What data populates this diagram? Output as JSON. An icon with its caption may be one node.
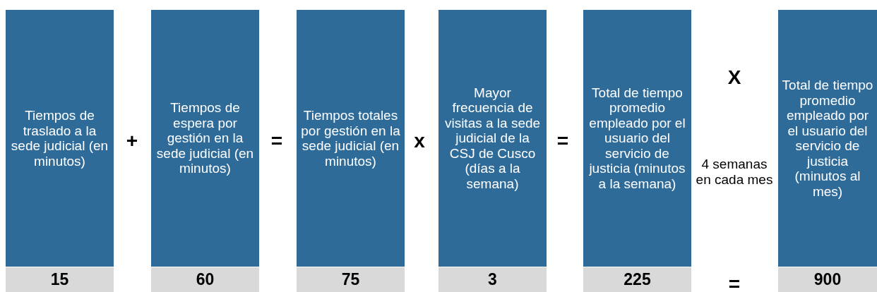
{
  "diagram": {
    "nodes": [
      {
        "text": [
          "Tiempos de traslado a la sede judicial (en minutos)"
        ]
      },
      {
        "text": [
          "15"
        ]
      },
      {
        "text": [
          "Tiempos de espera por gestión en la sede judicial (en minutos)"
        ]
      },
      {
        "text": [
          "60"
        ]
      },
      {
        "text": [
          "Tiempos totales por gestión en la sede judicial (en minutos)"
        ]
      },
      {
        "text": [
          "75"
        ]
      },
      {
        "text": [
          "Mayor frecuencia de visitas a la sede judicial de la CSJ de Cusco (días a la semana)"
        ]
      },
      {
        "text": [
          "3"
        ]
      },
      {
        "text": [
          "Total de tiempo promedio empleado por el usuario del servicio de justicia (minutos a la semana)"
        ]
      },
      {
        "text": [
          "225"
        ]
      },
      {
        "text": [
          "Total de tiempo promedio empleado por el usuario del servicio de justicia (minutos al mes)"
        ]
      },
      {
        "text": [
          "900"
        ]
      }
    ],
    "labels": [
      "+",
      "=",
      "x",
      "=",
      "X",
      "4 semanas en cada mes",
      "="
    ]
  }
}
